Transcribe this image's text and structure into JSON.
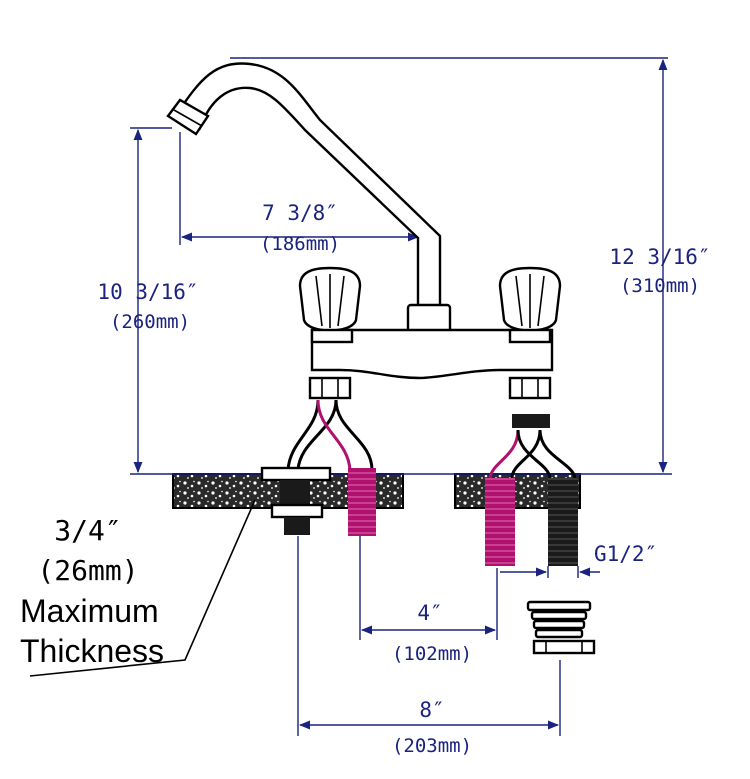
{
  "dimensions": {
    "spout_reach": {
      "imperial": "7 3/8″",
      "metric": "(186mm)"
    },
    "spout_height": {
      "imperial": "10 3/16″",
      "metric": "(260mm)"
    },
    "overall_height": {
      "imperial": "12 3/16″",
      "metric": "(310mm)"
    },
    "inlet_spacing": {
      "imperial": "4″",
      "metric": "(102mm)"
    },
    "center_spacing": {
      "imperial": "8″",
      "metric": "(203mm)"
    },
    "thread": {
      "label": "G1/2″"
    },
    "max_thickness": {
      "imperial": "3/4″",
      "metric": "(26mm)",
      "line1": "Maximum",
      "line2": "Thickness"
    }
  },
  "colors": {
    "dimension_line": "#1a237e",
    "hot_hose": "#b0106e",
    "cold_hose": "#1a1a1a",
    "outline": "#000000"
  }
}
